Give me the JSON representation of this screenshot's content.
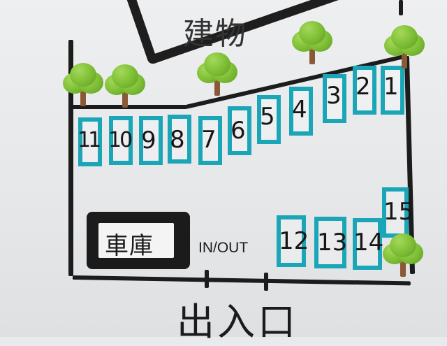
{
  "building": {
    "label": "建物"
  },
  "parking_spaces": [
    {
      "number": "1"
    },
    {
      "number": "2"
    },
    {
      "number": "3"
    },
    {
      "number": "4"
    },
    {
      "number": "5"
    },
    {
      "number": "6"
    },
    {
      "number": "7"
    },
    {
      "number": "8"
    },
    {
      "number": "9"
    },
    {
      "number": "10"
    },
    {
      "number": "11"
    },
    {
      "number": "12"
    },
    {
      "number": "13"
    },
    {
      "number": "14"
    },
    {
      "number": "15"
    }
  ],
  "garage": {
    "label": "車庫"
  },
  "in_out": {
    "label": "IN/OUT"
  },
  "entrance": {
    "label": "出入口"
  },
  "colors": {
    "slot_border": "#1aa6b7",
    "lines": "#1c1c1c",
    "tree_leaves": "#7cbd34",
    "tree_trunk": "#8a5a36"
  }
}
